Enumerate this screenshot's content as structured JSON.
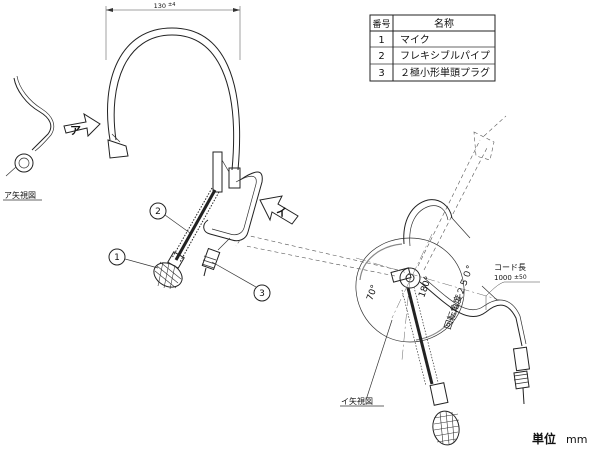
{
  "parts_table": {
    "header_no": "番号",
    "header_name": "名称",
    "rows": [
      {
        "no": "1",
        "name": "マイク"
      },
      {
        "no": "2",
        "name": "フレキシブルパイプ"
      },
      {
        "no": "3",
        "name": "２極小形単頭プラグ"
      }
    ]
  },
  "labels": {
    "width_dim_value": "130",
    "width_dim_tol": "±4",
    "view_a_arrow": "ア",
    "view_a_caption": "ア矢視図",
    "view_i_arrow": "イ",
    "view_i_caption": "イ矢視図",
    "callout_1": "1",
    "callout_2": "2",
    "callout_3": "3",
    "angle_70": "70°",
    "angle_180": "180°",
    "rotation_angle": "回転角度２５０°",
    "cord_length_label": "コード長",
    "cord_length_value": "1000",
    "cord_length_tol": "±50",
    "unit_label": "単位",
    "unit_value": "mm"
  }
}
